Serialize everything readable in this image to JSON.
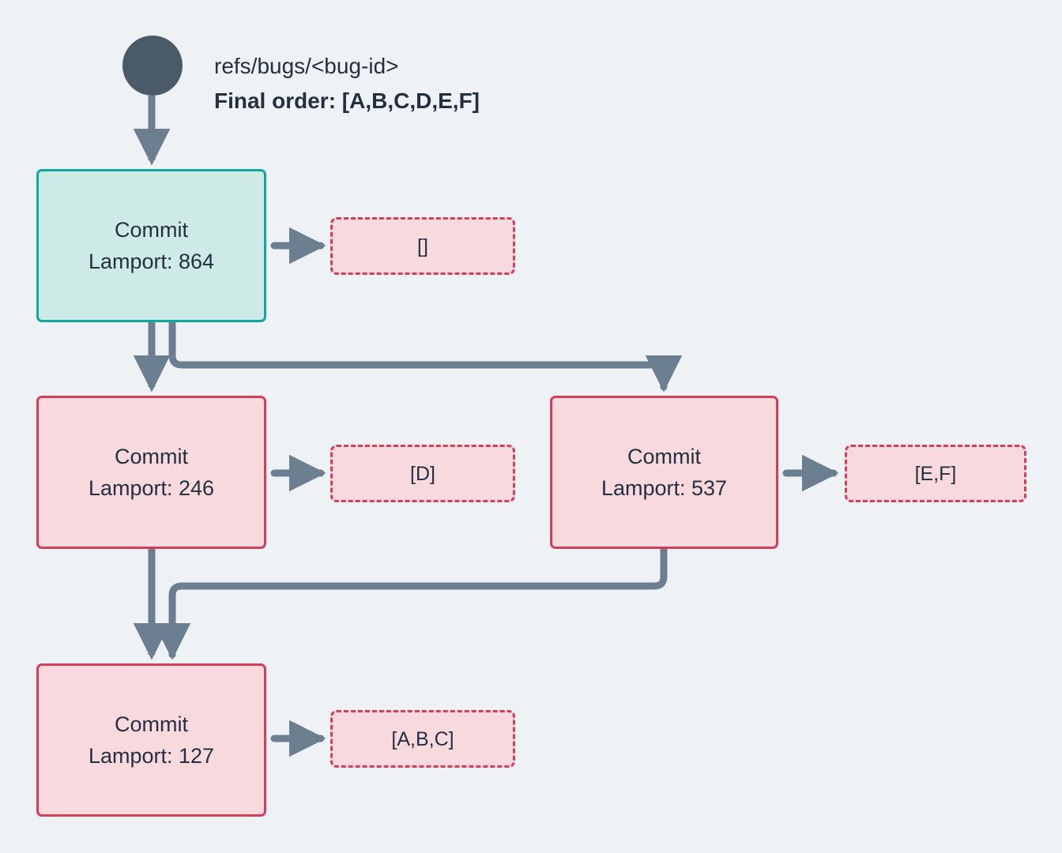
{
  "diagram": {
    "background_color": "#eef2f5",
    "root": {
      "icon": "root-circle",
      "color": "#4a5a68"
    },
    "header": {
      "ref_label": "refs/bugs/<bug-id>",
      "final_order_label": "Final order: [A,B,C,D,E,F]"
    },
    "palette": {
      "teal_border": "#11a79c",
      "teal_fill": "#cdeae7",
      "pink_border": "#d23f5d",
      "pink_fill": "#f8dade",
      "edge_color": "#6b7f91",
      "text_color": "#24303f"
    },
    "nodes": [
      {
        "id": "commit-864",
        "title": "Commit",
        "lamport": "Lamport: 864",
        "style": "teal",
        "payload": "[]"
      },
      {
        "id": "commit-246",
        "title": "Commit",
        "lamport": "Lamport: 246",
        "style": "pink",
        "payload": "[D]"
      },
      {
        "id": "commit-537",
        "title": "Commit",
        "lamport": "Lamport: 537",
        "style": "pink",
        "payload": "[E,F]"
      },
      {
        "id": "commit-127",
        "title": "Commit",
        "lamport": "Lamport: 127",
        "style": "pink",
        "payload": "[A,B,C]"
      }
    ],
    "edges": [
      {
        "from": "root",
        "to": "commit-864"
      },
      {
        "from": "commit-864",
        "to": "commit-246"
      },
      {
        "from": "commit-864",
        "to": "commit-537"
      },
      {
        "from": "commit-246",
        "to": "commit-127"
      },
      {
        "from": "commit-537",
        "to": "commit-127"
      },
      {
        "from": "commit-864",
        "to": "payload-864"
      },
      {
        "from": "commit-246",
        "to": "payload-246"
      },
      {
        "from": "commit-537",
        "to": "payload-537"
      },
      {
        "from": "commit-127",
        "to": "payload-127"
      }
    ]
  }
}
